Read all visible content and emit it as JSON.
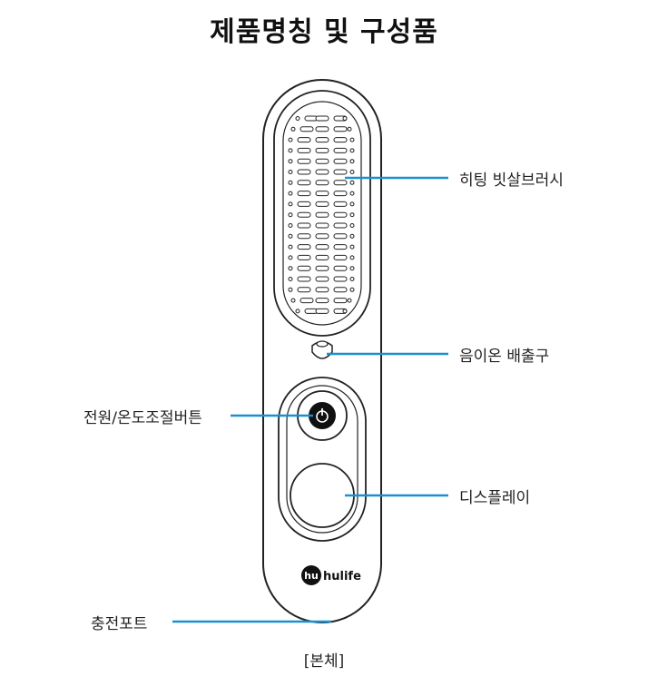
{
  "title": "제품명칭 및 구성품",
  "parts": [
    {
      "id": "heating-brush",
      "label": "히팅 빗살브러시"
    },
    {
      "id": "anion-outlet",
      "label": "음이온 배출구"
    },
    {
      "id": "power-temp-button",
      "label": "전원/온도조절버튼"
    },
    {
      "id": "display",
      "label": "디스플레이"
    },
    {
      "id": "charging-port",
      "label": "충전포트"
    }
  ],
  "logo_text": "hulife",
  "caption": "[본체]",
  "colors": {
    "leader": "#1a8fd1",
    "outline": "#222222"
  }
}
